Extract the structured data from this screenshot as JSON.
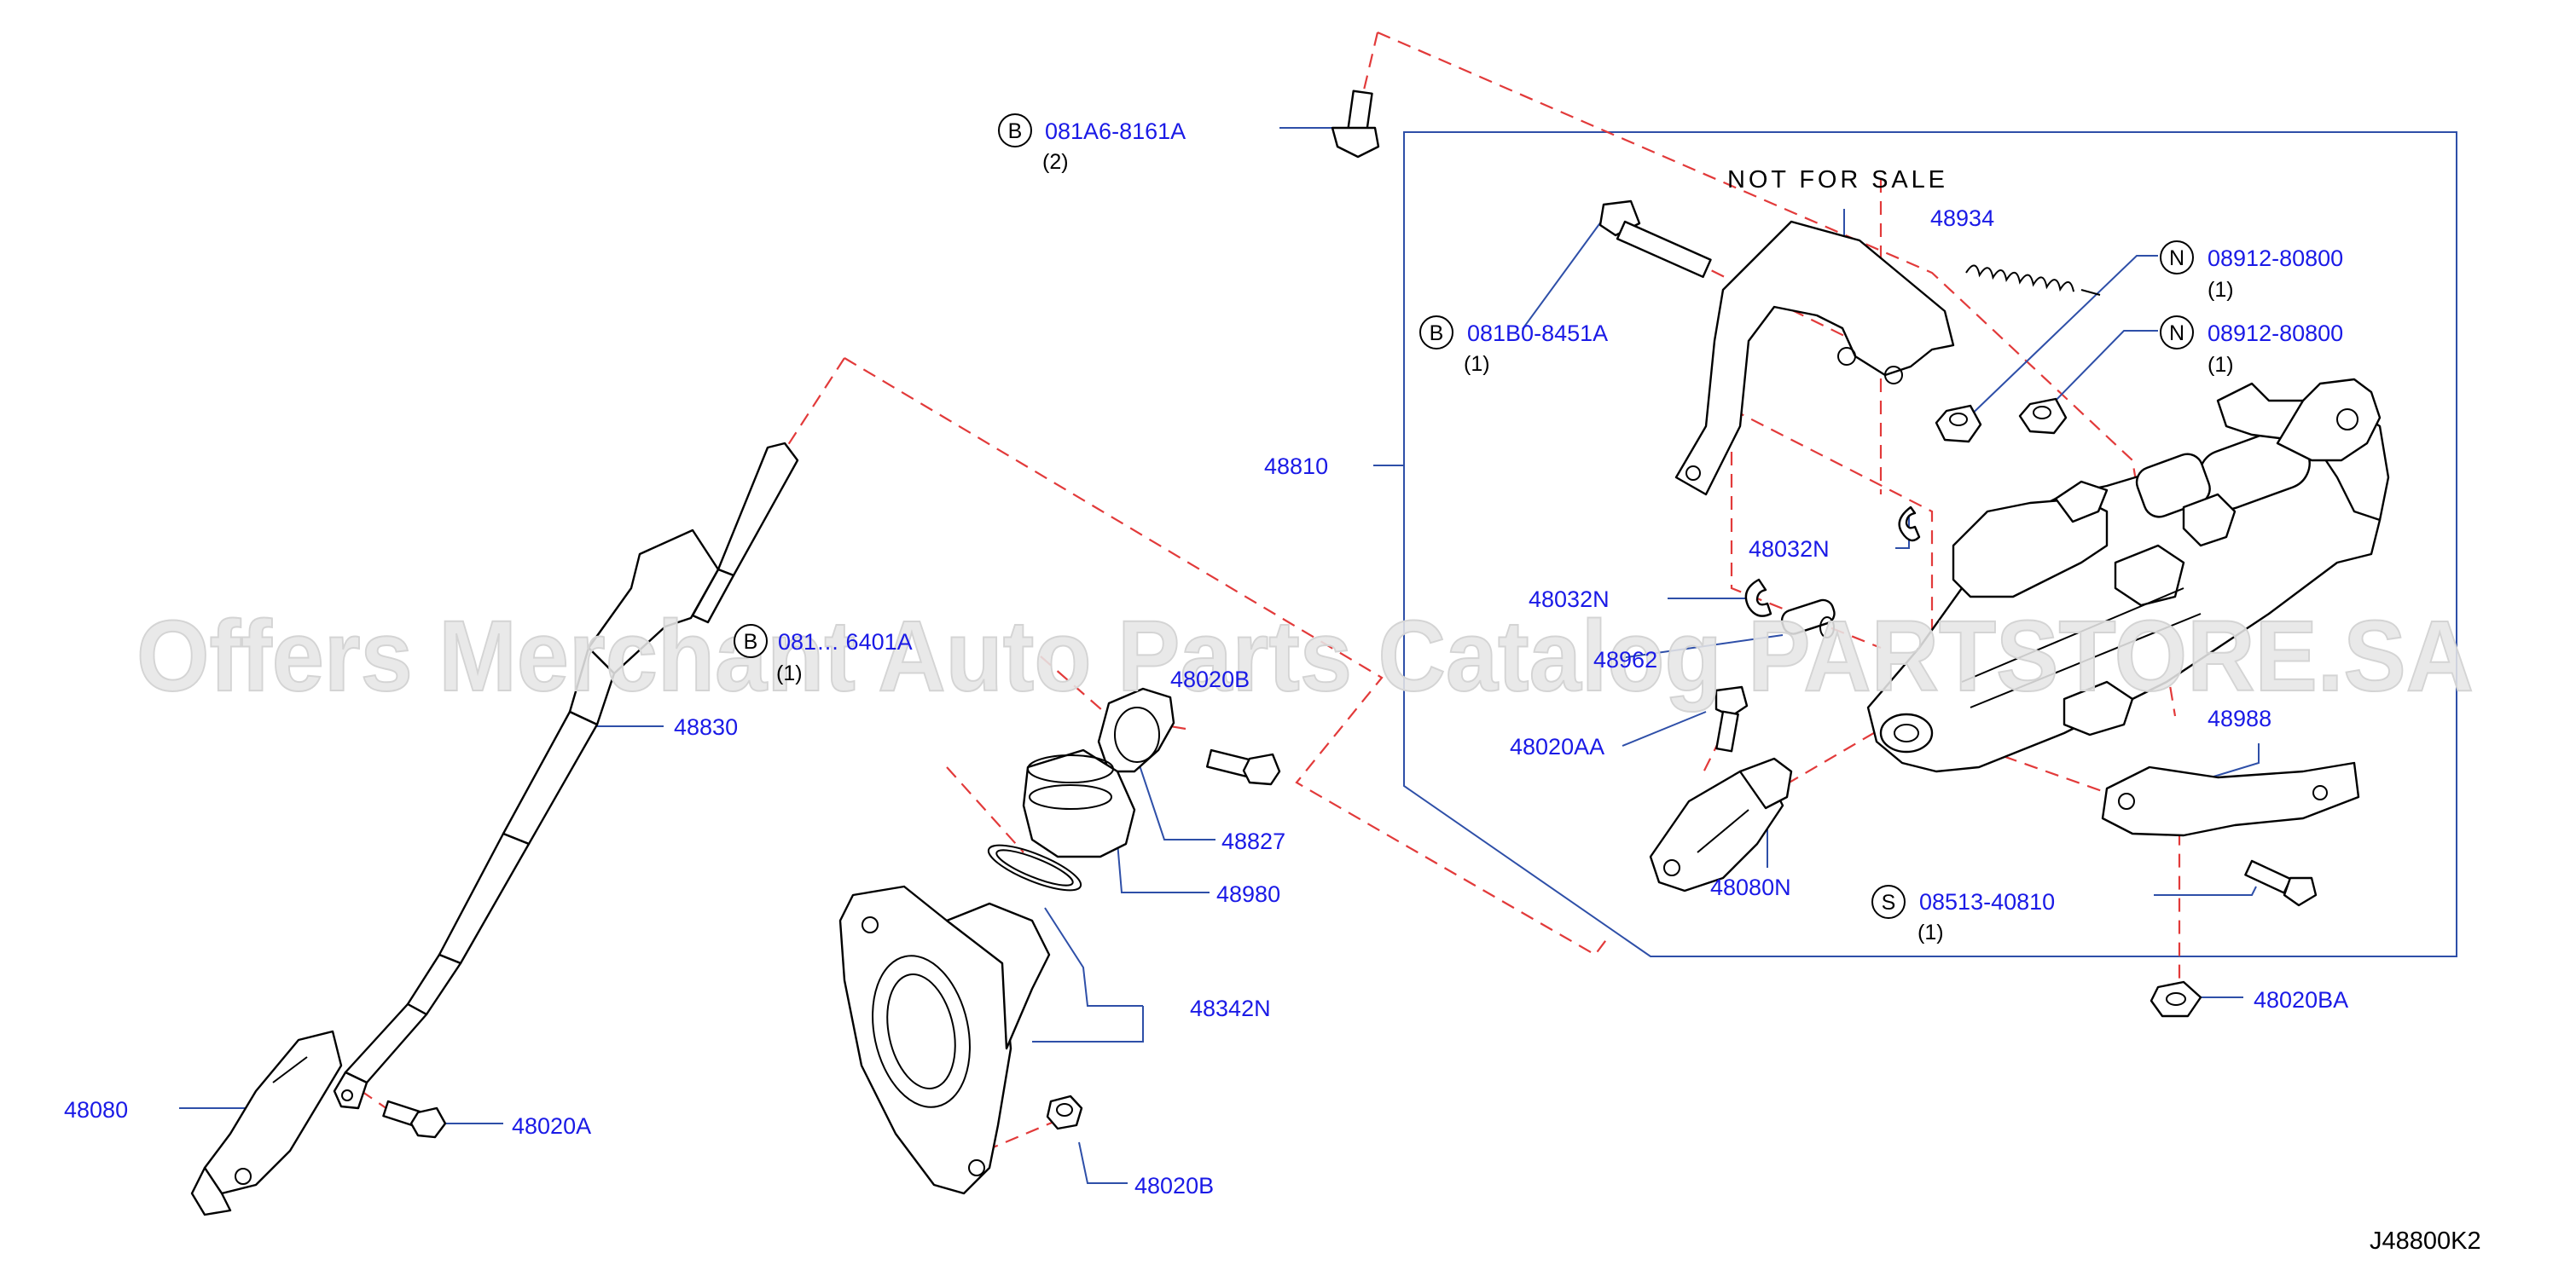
{
  "watermark": "Offers Merchant Auto Parts Catalog PARTSTORE.SA",
  "diagram_code": "J48800K2",
  "not_for_sale": "NOT FOR SALE",
  "callouts": {
    "bolt_b_top": {
      "symbol": "B",
      "code": "081A6-8161A",
      "qty": "(2)"
    },
    "bolt_b_bracket": {
      "symbol": "B",
      "code": "081B0-8451A",
      "qty": "(1)"
    },
    "nut_n_1": {
      "symbol": "N",
      "code": "08912-80800",
      "qty": "(1)"
    },
    "nut_n_2": {
      "symbol": "N",
      "code": "08912-80800",
      "qty": "(1)"
    },
    "bolt_left_obscured": {
      "symbol": "B",
      "code": "081… 6401A",
      "qty": "(1)"
    },
    "screw_s": {
      "symbol": "S",
      "code": "08513-40810",
      "qty": "(1)"
    }
  },
  "parts": {
    "p48934": "48934",
    "p48810": "48810",
    "p48032n_a": "48032N",
    "p48032n_b": "48032N",
    "p48962": "48962",
    "p48020aa": "48020AA",
    "p48080n": "48080N",
    "p48988": "48988",
    "p48020ba": "48020BA",
    "p48830": "48830",
    "p48827": "48827",
    "p48980": "48980",
    "p48342n": "48342N",
    "p48020b_plug": "48020B",
    "p48020b": "48020B",
    "p48080": "48080",
    "p48020a": "48020A"
  }
}
